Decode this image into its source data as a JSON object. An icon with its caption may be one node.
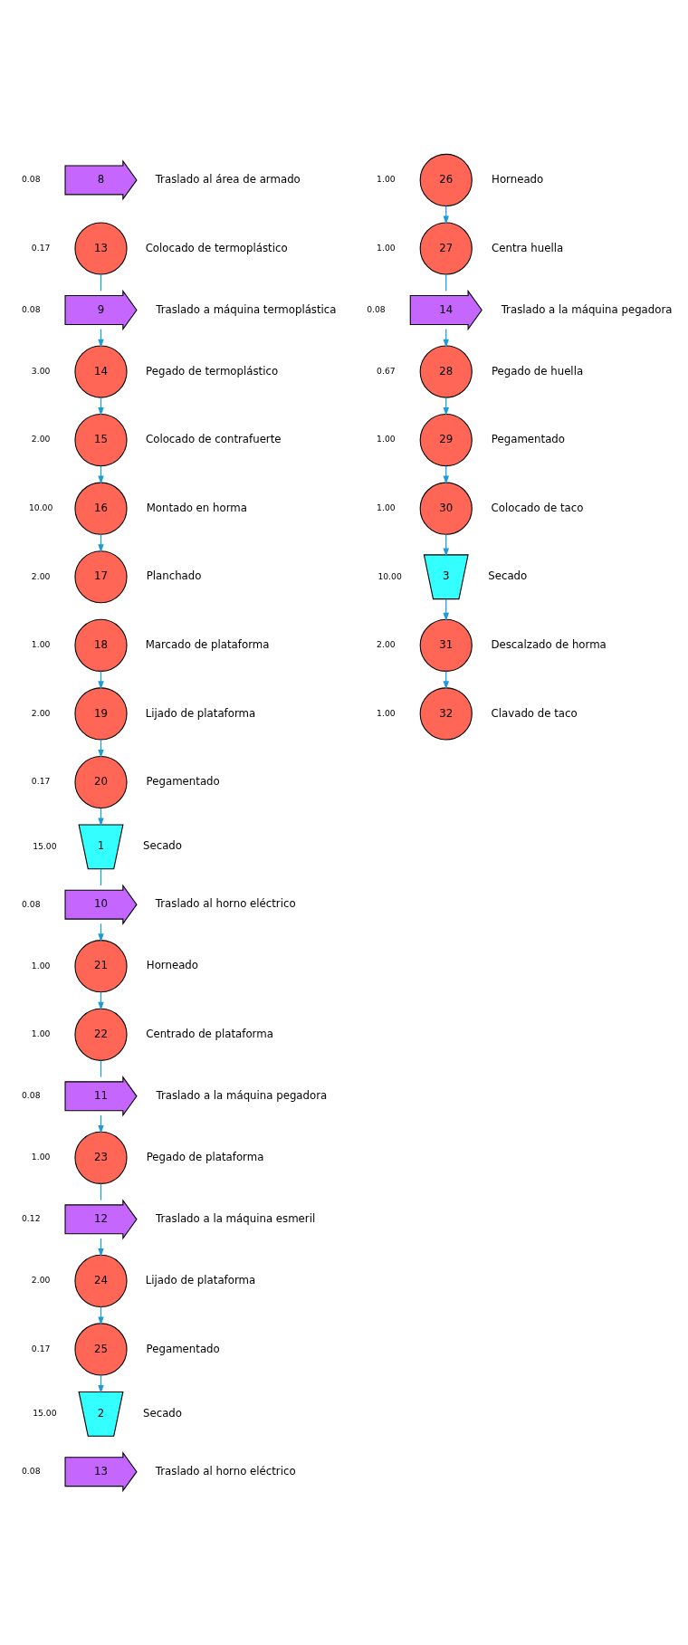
{
  "diagram": {
    "nodes": [
      {
        "text": [
          "8"
        ],
        "beside": [
          "0.08",
          "Traslado al área de armado"
        ]
      },
      {
        "text": [
          "13"
        ],
        "beside": [
          "0.17",
          "Colocado de termoplástico"
        ]
      },
      {
        "text": [
          "9"
        ],
        "beside": [
          "0.08",
          "Traslado a máquina termoplástica"
        ]
      },
      {
        "text": [
          "14"
        ],
        "beside": [
          "3.00",
          "Pegado de termoplástico"
        ]
      },
      {
        "text": [
          "15"
        ],
        "beside": [
          "2.00",
          "Colocado de contrafuerte"
        ]
      },
      {
        "text": [
          "16"
        ],
        "beside": [
          "10.00",
          "Montado en horma"
        ]
      },
      {
        "text": [
          "17"
        ],
        "beside": [
          "2.00",
          "Planchado"
        ]
      },
      {
        "text": [
          "18"
        ],
        "beside": [
          "1.00",
          "Marcado de plataforma"
        ]
      },
      {
        "text": [
          "19"
        ],
        "beside": [
          "2.00",
          "Lijado de plataforma"
        ]
      },
      {
        "text": [
          "20"
        ],
        "beside": [
          "0.17",
          "Pegamentado"
        ]
      },
      {
        "text": [
          "1"
        ],
        "beside": [
          "15.00",
          "Secado"
        ]
      },
      {
        "text": [
          "10"
        ],
        "beside": [
          "0.08",
          "Traslado al horno eléctrico"
        ]
      },
      {
        "text": [
          "21"
        ],
        "beside": [
          "1.00",
          "Horneado"
        ]
      },
      {
        "text": [
          "22"
        ],
        "beside": [
          "1.00",
          "Centrado de plataforma"
        ]
      },
      {
        "text": [
          "11"
        ],
        "beside": [
          "0.08",
          "Traslado a la máquina pegadora"
        ]
      },
      {
        "text": [
          "23"
        ],
        "beside": [
          "1.00",
          "Pegado de plataforma"
        ]
      },
      {
        "text": [
          "12"
        ],
        "beside": [
          "0.12",
          "Traslado a la máquina esmeril"
        ]
      },
      {
        "text": [
          "24"
        ],
        "beside": [
          "2.00",
          "Lijado de plataforma"
        ]
      },
      {
        "text": [
          "25"
        ],
        "beside": [
          "0.17",
          "Pegamentado"
        ]
      },
      {
        "text": [
          "2"
        ],
        "beside": [
          "15.00",
          "Secado"
        ]
      },
      {
        "text": [
          "13"
        ],
        "beside": [
          "0.08",
          "Traslado al horno eléctrico"
        ]
      },
      {
        "text": [
          "26"
        ],
        "beside": [
          "1.00",
          "Horneado"
        ]
      },
      {
        "text": [
          "27"
        ],
        "beside": [
          "1.00",
          "Centra huella"
        ]
      },
      {
        "text": [
          "14"
        ],
        "beside": [
          "0.08",
          "Traslado a la máquina pegadora"
        ]
      },
      {
        "text": [
          "28"
        ],
        "beside": [
          "0.67",
          "Pegado de huella"
        ]
      },
      {
        "text": [
          "29"
        ],
        "beside": [
          "1.00",
          "Pegamentado"
        ]
      },
      {
        "text": [
          "30"
        ],
        "beside": [
          "1.00",
          "Colocado de taco"
        ]
      },
      {
        "text": [
          "3"
        ],
        "beside": [
          "10.00",
          "Secado"
        ]
      },
      {
        "text": [
          "31"
        ],
        "beside": [
          "2.00",
          "Descalzado de horma"
        ]
      },
      {
        "text": [
          "32"
        ],
        "beside": [
          "1.00",
          "Clavado de taco"
        ]
      }
    ],
    "edges": [
      {
        "from": 1,
        "to": 2,
        "arrow": "none"
      },
      {
        "from": 2,
        "to": 3,
        "arrow": "to"
      },
      {
        "from": 3,
        "to": 4,
        "arrow": "to"
      },
      {
        "from": 4,
        "to": 5,
        "arrow": "to"
      },
      {
        "from": 5,
        "to": 6,
        "arrow": "to"
      },
      {
        "from": 7,
        "to": 8,
        "arrow": "to"
      },
      {
        "from": 8,
        "to": 9,
        "arrow": "to"
      },
      {
        "from": 9,
        "to": 10,
        "arrow": "to"
      },
      {
        "from": 10,
        "to": 11,
        "arrow": "none"
      },
      {
        "from": 11,
        "to": 12,
        "arrow": "to"
      },
      {
        "from": 12,
        "to": 13,
        "arrow": "to"
      },
      {
        "from": 13,
        "to": 14,
        "arrow": "none"
      },
      {
        "from": 14,
        "to": 15,
        "arrow": "to"
      },
      {
        "from": 15,
        "to": 16,
        "arrow": "none"
      },
      {
        "from": 16,
        "to": 17,
        "arrow": "to"
      },
      {
        "from": 17,
        "to": 18,
        "arrow": "to"
      },
      {
        "from": 18,
        "to": 19,
        "arrow": "to"
      },
      {
        "from": 21,
        "to": 22,
        "arrow": "to"
      },
      {
        "from": 22,
        "to": 23,
        "arrow": "none"
      },
      {
        "from": 23,
        "to": 24,
        "arrow": "to"
      },
      {
        "from": 24,
        "to": 25,
        "arrow": "to"
      },
      {
        "from": 25,
        "to": 26,
        "arrow": "to"
      },
      {
        "from": 26,
        "to": 27,
        "arrow": "to"
      },
      {
        "from": 27,
        "to": 28,
        "arrow": "to"
      },
      {
        "from": 28,
        "to": 29,
        "arrow": "to"
      }
    ]
  }
}
